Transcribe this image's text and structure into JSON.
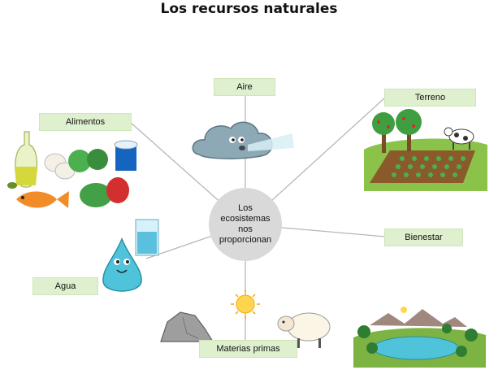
{
  "title": "Los recursos naturales",
  "center": "Los ecosistemas nos proporcionan",
  "nodes": {
    "aire": "Aire",
    "terreno": "Terreno",
    "alimentos": "Alimentos",
    "bienestar": "Bienestar",
    "agua": "Agua",
    "materias": "Materias primas"
  },
  "colors": {
    "label_bg": "#dff0cf",
    "hub": "#d9d9d9",
    "line": "#b7b7b7"
  }
}
